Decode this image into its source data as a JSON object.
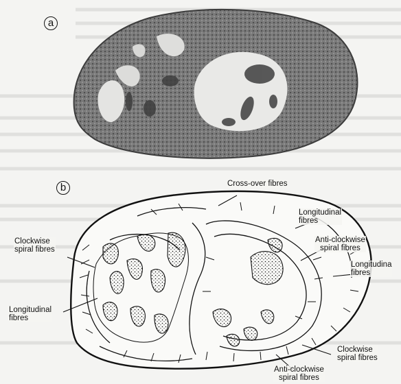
{
  "panels": {
    "a": {
      "label": "a"
    },
    "b": {
      "label": "b"
    }
  },
  "labels": {
    "crossover": "Cross-over fibres",
    "long_top": "Longitudinal\nfibres",
    "anti_top": "Anti-clockwise\nspiral fibres",
    "long_right": "Longitudina\nfibres",
    "clock_left": "Clockwise\nspiral fibres",
    "long_left": "Longitudinal\nfibres",
    "clock_bottom": "Clockwise\nspiral fibres",
    "anti_bottom": "Anti-clockwise\nspiral fibres"
  },
  "colors": {
    "ink": "#111111",
    "paper": "#f4f4f2",
    "tissue": "#6f6f6f"
  }
}
